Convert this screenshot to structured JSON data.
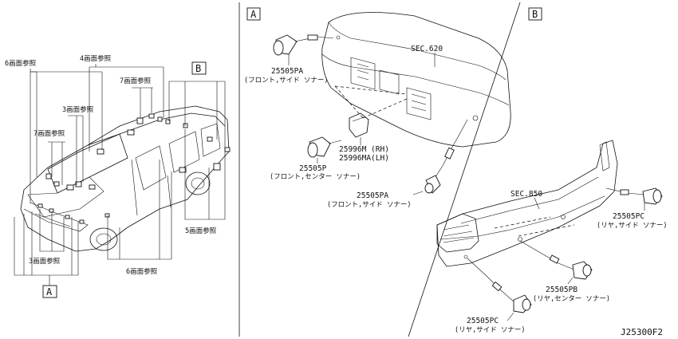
{
  "panels": {
    "A": "A",
    "B": "B"
  },
  "overview": {
    "refs": {
      "ref6_top": "6画面参照",
      "ref4": "4画面参照",
      "ref7_top": "7画面参照",
      "ref3_top": "3画面参照",
      "ref7_left": "7画面参照",
      "ref5": "5画面参照",
      "ref3_bottom": "3画面参照",
      "ref6_bottom": "6画面参照"
    },
    "callout_A": "A",
    "callout_B": "B"
  },
  "front": {
    "sec": "SEC.620",
    "p1_code": "25505PA",
    "p1_desc": "(フロント,サイド ソナー)",
    "p2_code_rh": "25996M (RH)",
    "p2_code_lh": "25996MA(LH)",
    "p3_code": "25505P",
    "p3_desc": "(フロント,センター ソナー)",
    "p4_code": "25505PA",
    "p4_desc": "(フロント,サイド ソナー)"
  },
  "rear": {
    "sec": "SEC.850",
    "p1_code": "25505PC",
    "p1_desc": "(リヤ,サイド ソナー)",
    "p2_code": "25505PB",
    "p2_desc": "(リヤ,センター ソナー)",
    "p3_code": "25505PC",
    "p3_desc": "(リヤ,サイド ソナー)"
  },
  "diagram_code": "J25300F2"
}
